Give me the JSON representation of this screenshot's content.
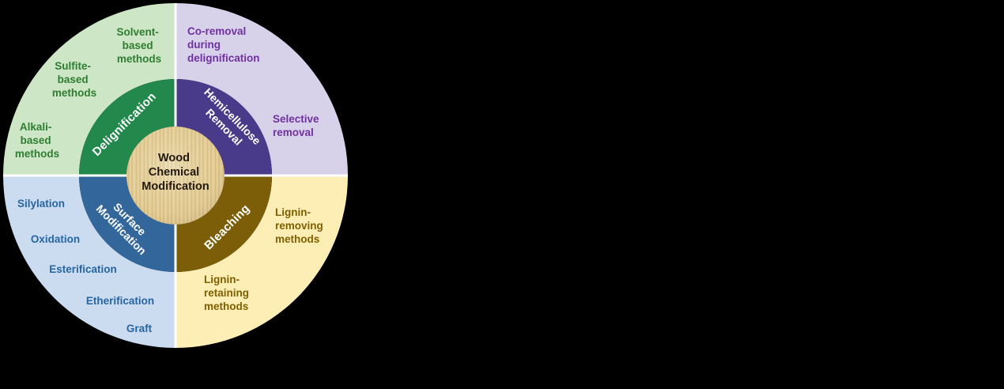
{
  "figure": {
    "background_color": "#000000",
    "center": {
      "line1": "Wood",
      "line2": "Chemical",
      "line3": "Modification",
      "disc_color": "#e8d5a2",
      "disc_grain_color": "#d8bf85",
      "text_color": "#221a0e"
    },
    "colors": {
      "delignification_inner": "#22884c",
      "delignification_outer": "#cde6c5",
      "delignification_text": "#2e7d32",
      "hemicellulose_inner": "#493b8a",
      "hemicellulose_outer": "#d7d2e9",
      "hemicellulose_text": "#7030a0",
      "bleaching_inner": "#7d5e08",
      "bleaching_outer": "#fdeeb6",
      "bleaching_text": "#7f6000",
      "surface_inner": "#33679c",
      "surface_outer": "#cbdcf1",
      "surface_text": "#2765a0",
      "divider": "#ffffff",
      "inner_label_text": "#ffffff"
    },
    "quadrants": {
      "delignification": {
        "label": "Delignification",
        "items": [
          {
            "lines": [
              "Solvent-",
              "based",
              "methods"
            ]
          },
          {
            "lines": [
              "Sulfite-",
              "based",
              "methods"
            ]
          },
          {
            "lines": [
              "Alkali-",
              "based",
              "methods"
            ]
          }
        ]
      },
      "hemicellulose": {
        "label_line1": "Hemicellulose",
        "label_line2": "Removal",
        "items": [
          {
            "lines": [
              "Co-removal",
              "during",
              "delignification"
            ]
          },
          {
            "lines": [
              "Selective",
              "removal"
            ]
          }
        ]
      },
      "bleaching": {
        "label": "Bleaching",
        "items": [
          {
            "lines": [
              "Lignin-",
              "removing",
              "methods"
            ]
          },
          {
            "lines": [
              "Lignin-",
              "retaining",
              "methods"
            ]
          }
        ]
      },
      "surface_modification": {
        "label_line1": "Surface",
        "label_line2": "Modification",
        "items": [
          {
            "lines": [
              "Silylation"
            ]
          },
          {
            "lines": [
              "Oxidation"
            ]
          },
          {
            "lines": [
              "Esterification"
            ]
          },
          {
            "lines": [
              "Etherification"
            ]
          },
          {
            "lines": [
              "Graft"
            ]
          }
        ]
      }
    }
  }
}
